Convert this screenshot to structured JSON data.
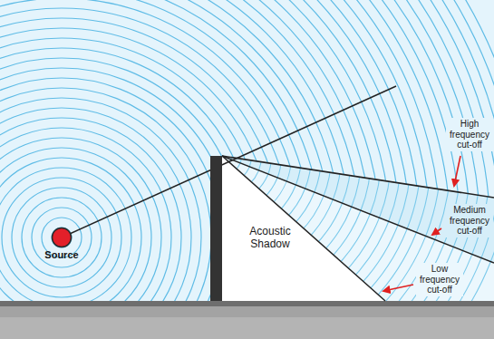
{
  "diagram": {
    "nodes": [
      {
        "text": [
          "Source"
        ]
      }
    ],
    "labels": [
      "Acoustic Shadow",
      "High frequency cut-off",
      "Medium frequency cut-off",
      "Low frequency cut-off"
    ]
  }
}
